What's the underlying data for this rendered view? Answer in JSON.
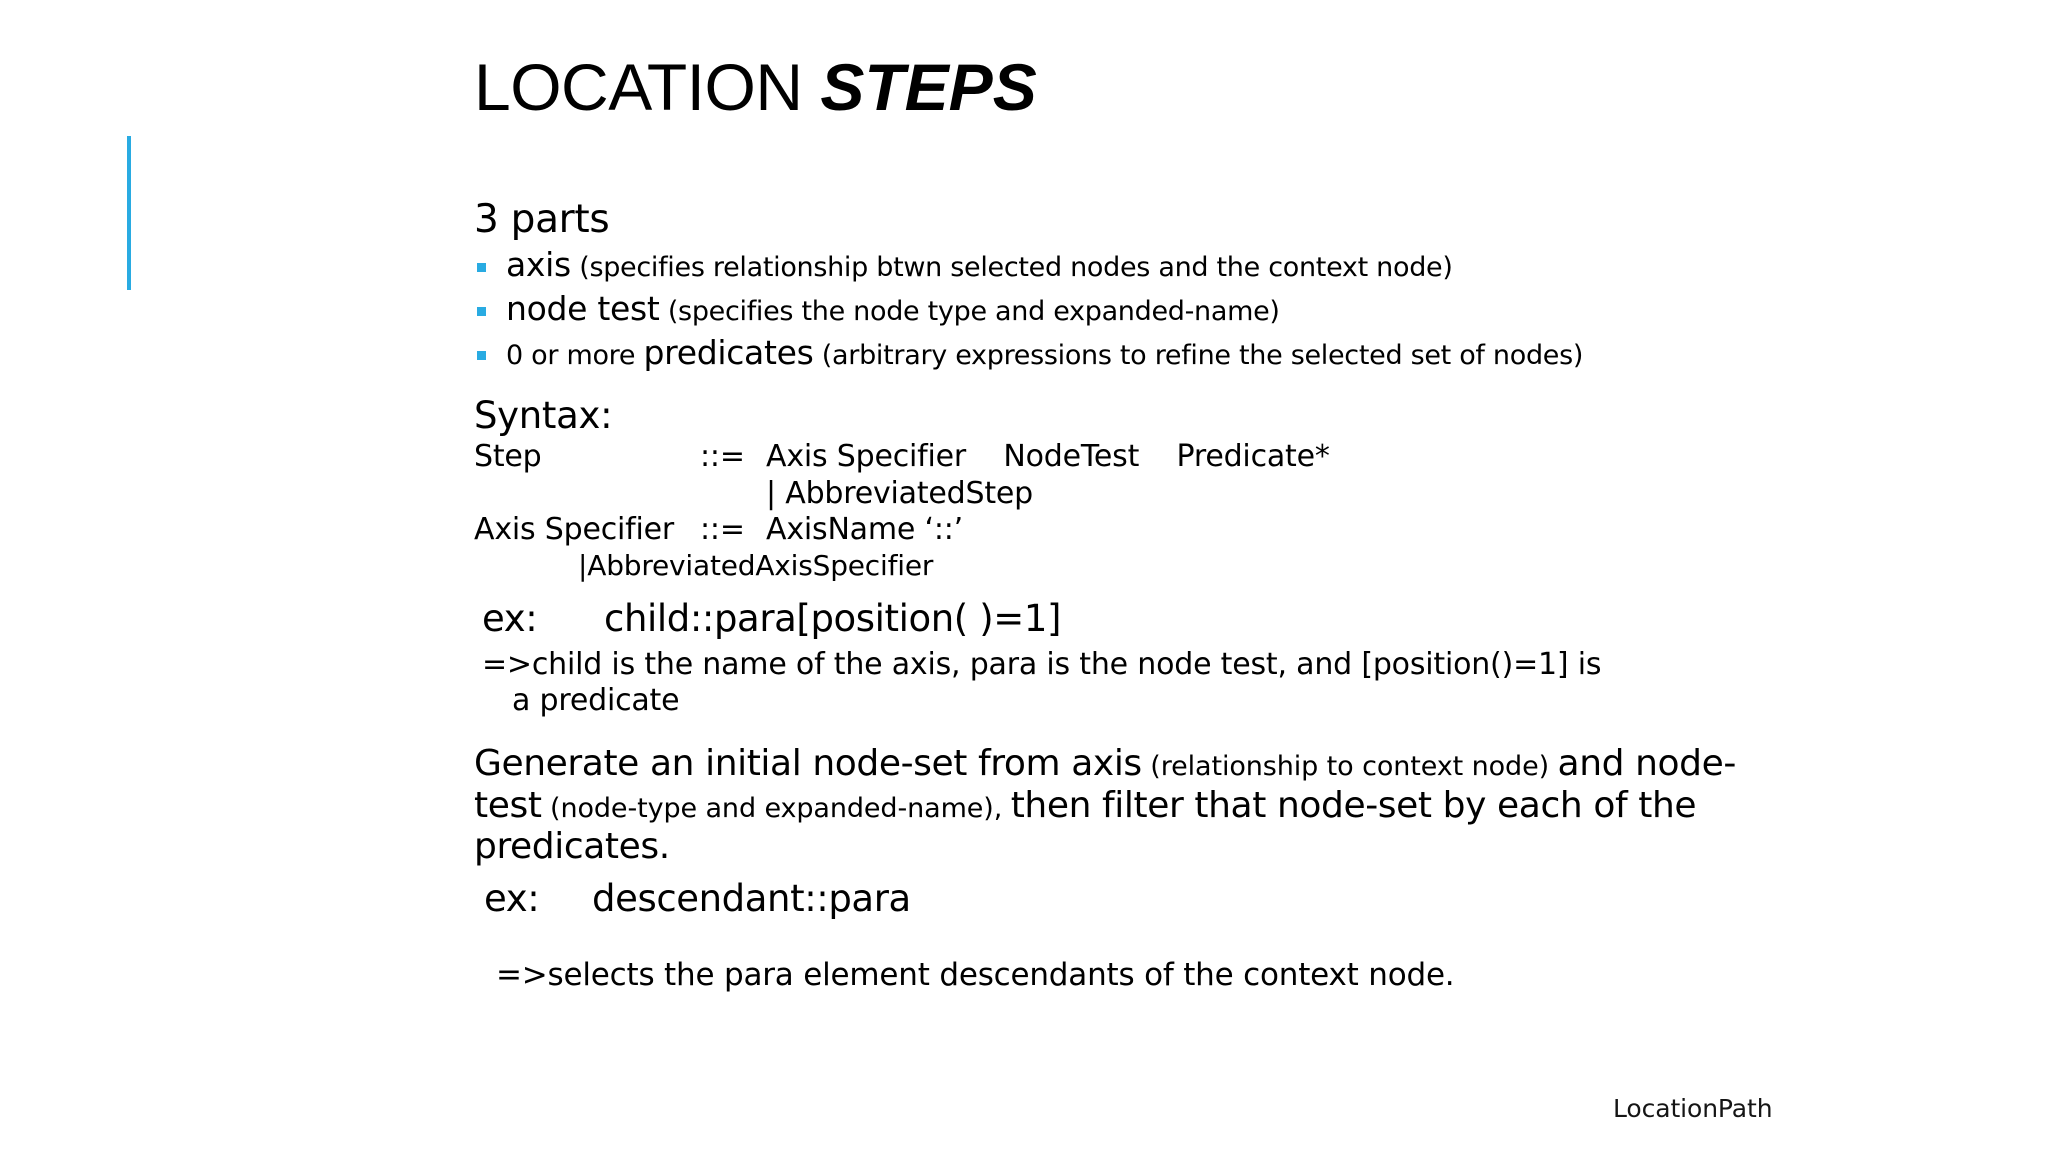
{
  "slide": {
    "title_main": "LOCATION ",
    "title_emph": "STEPS",
    "accent_color": "#29ABE2",
    "background_color": "#FFFFFF"
  },
  "parts": {
    "heading": "3 parts",
    "items": [
      {
        "term": "axis",
        "detail": " (specifies relationship btwn selected nodes and the context node)"
      },
      {
        "term": "node test",
        "detail": " (specifies the node type and expanded-name)"
      },
      {
        "lead": "0 or more ",
        "term": "predicates",
        "detail": " (arbitrary expressions to refine the selected set of nodes)"
      }
    ]
  },
  "syntax": {
    "heading": "Syntax:",
    "rules": [
      {
        "lhs": "Step",
        "op": "::=",
        "rhs": "Axis Specifier    NodeTest    Predicate*"
      },
      {
        "alt": "| AbbreviatedStep"
      },
      {
        "lhs": "Axis Specifier",
        "op": "::=",
        "rhs": "AxisName ‘::’"
      },
      {
        "alt2": "|AbbreviatedAxisSpecifier"
      }
    ]
  },
  "example1": {
    "label": "ex:",
    "expression": "child::para[position( )=1]",
    "note_line1": "=>child is the name of the axis, para is the node test, and [position()=1] is",
    "note_line2": "a predicate"
  },
  "summary": {
    "seg1": "Generate an initial node-set from axis",
    "seg2": " (relationship to context node) ",
    "seg3": "and node-test",
    "seg4": " (node-type and expanded-name), ",
    "seg5": "then filter that node-set by each of the predicates."
  },
  "example2": {
    "label": "ex:",
    "expression": "descendant::para",
    "note": "=>selects the para element descendants of the context node."
  },
  "footer": {
    "label": "LocationPath"
  }
}
